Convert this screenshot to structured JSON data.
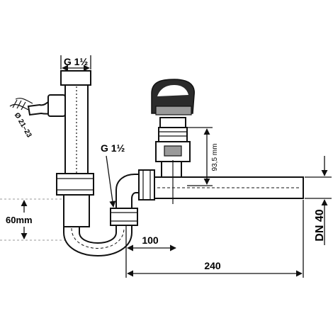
{
  "labels": {
    "inlet_thread": "G 1½",
    "outlet_thread": "G 1½",
    "height_offset": "60mm",
    "dim_100": "100",
    "dim_240": "240",
    "nominal_diameter": "DN 40",
    "device_height": "93,5 mm",
    "hose_range": "Ø 21–23"
  },
  "colors": {
    "line": "#111111",
    "fill": "#ffffff",
    "cap": "#2b2b2b",
    "hatch": "#9a9a9a"
  }
}
